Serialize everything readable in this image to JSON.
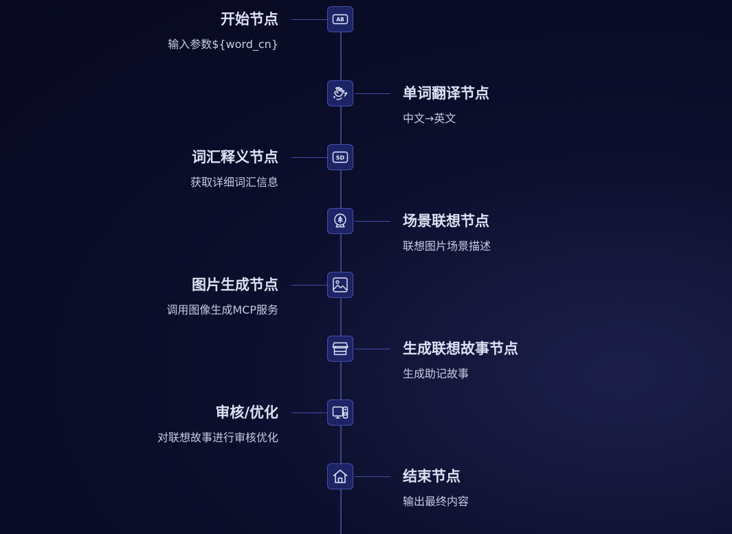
{
  "nodes": [
    {
      "title": "开始节点",
      "desc": "输入参数${word_cn}",
      "icon": "ab-badge-icon"
    },
    {
      "title": "单词翻译节点",
      "desc": "中文→英文",
      "icon": "sign-language-hand-icon"
    },
    {
      "title": "词汇释义节点",
      "desc": "获取详细词汇信息",
      "icon": "sd-card-icon"
    },
    {
      "title": "场景联想节点",
      "desc": "联想图片场景描述",
      "icon": "snow-globe-icon"
    },
    {
      "title": "图片生成节点",
      "desc": "调用图像生成MCP服务",
      "icon": "image-icon"
    },
    {
      "title": "生成联想故事节点",
      "desc": "生成助记故事",
      "icon": "storefront-icon"
    },
    {
      "title": "审核/优化",
      "desc": "对联想故事进行审核优化",
      "icon": "device-speaker-icon"
    },
    {
      "title": "结束节点",
      "desc": "输出最终内容",
      "icon": "home-icon"
    }
  ],
  "colors": {
    "background": "#0b0d2a",
    "icon_box": "#1d2466",
    "line": "#3b4486"
  }
}
